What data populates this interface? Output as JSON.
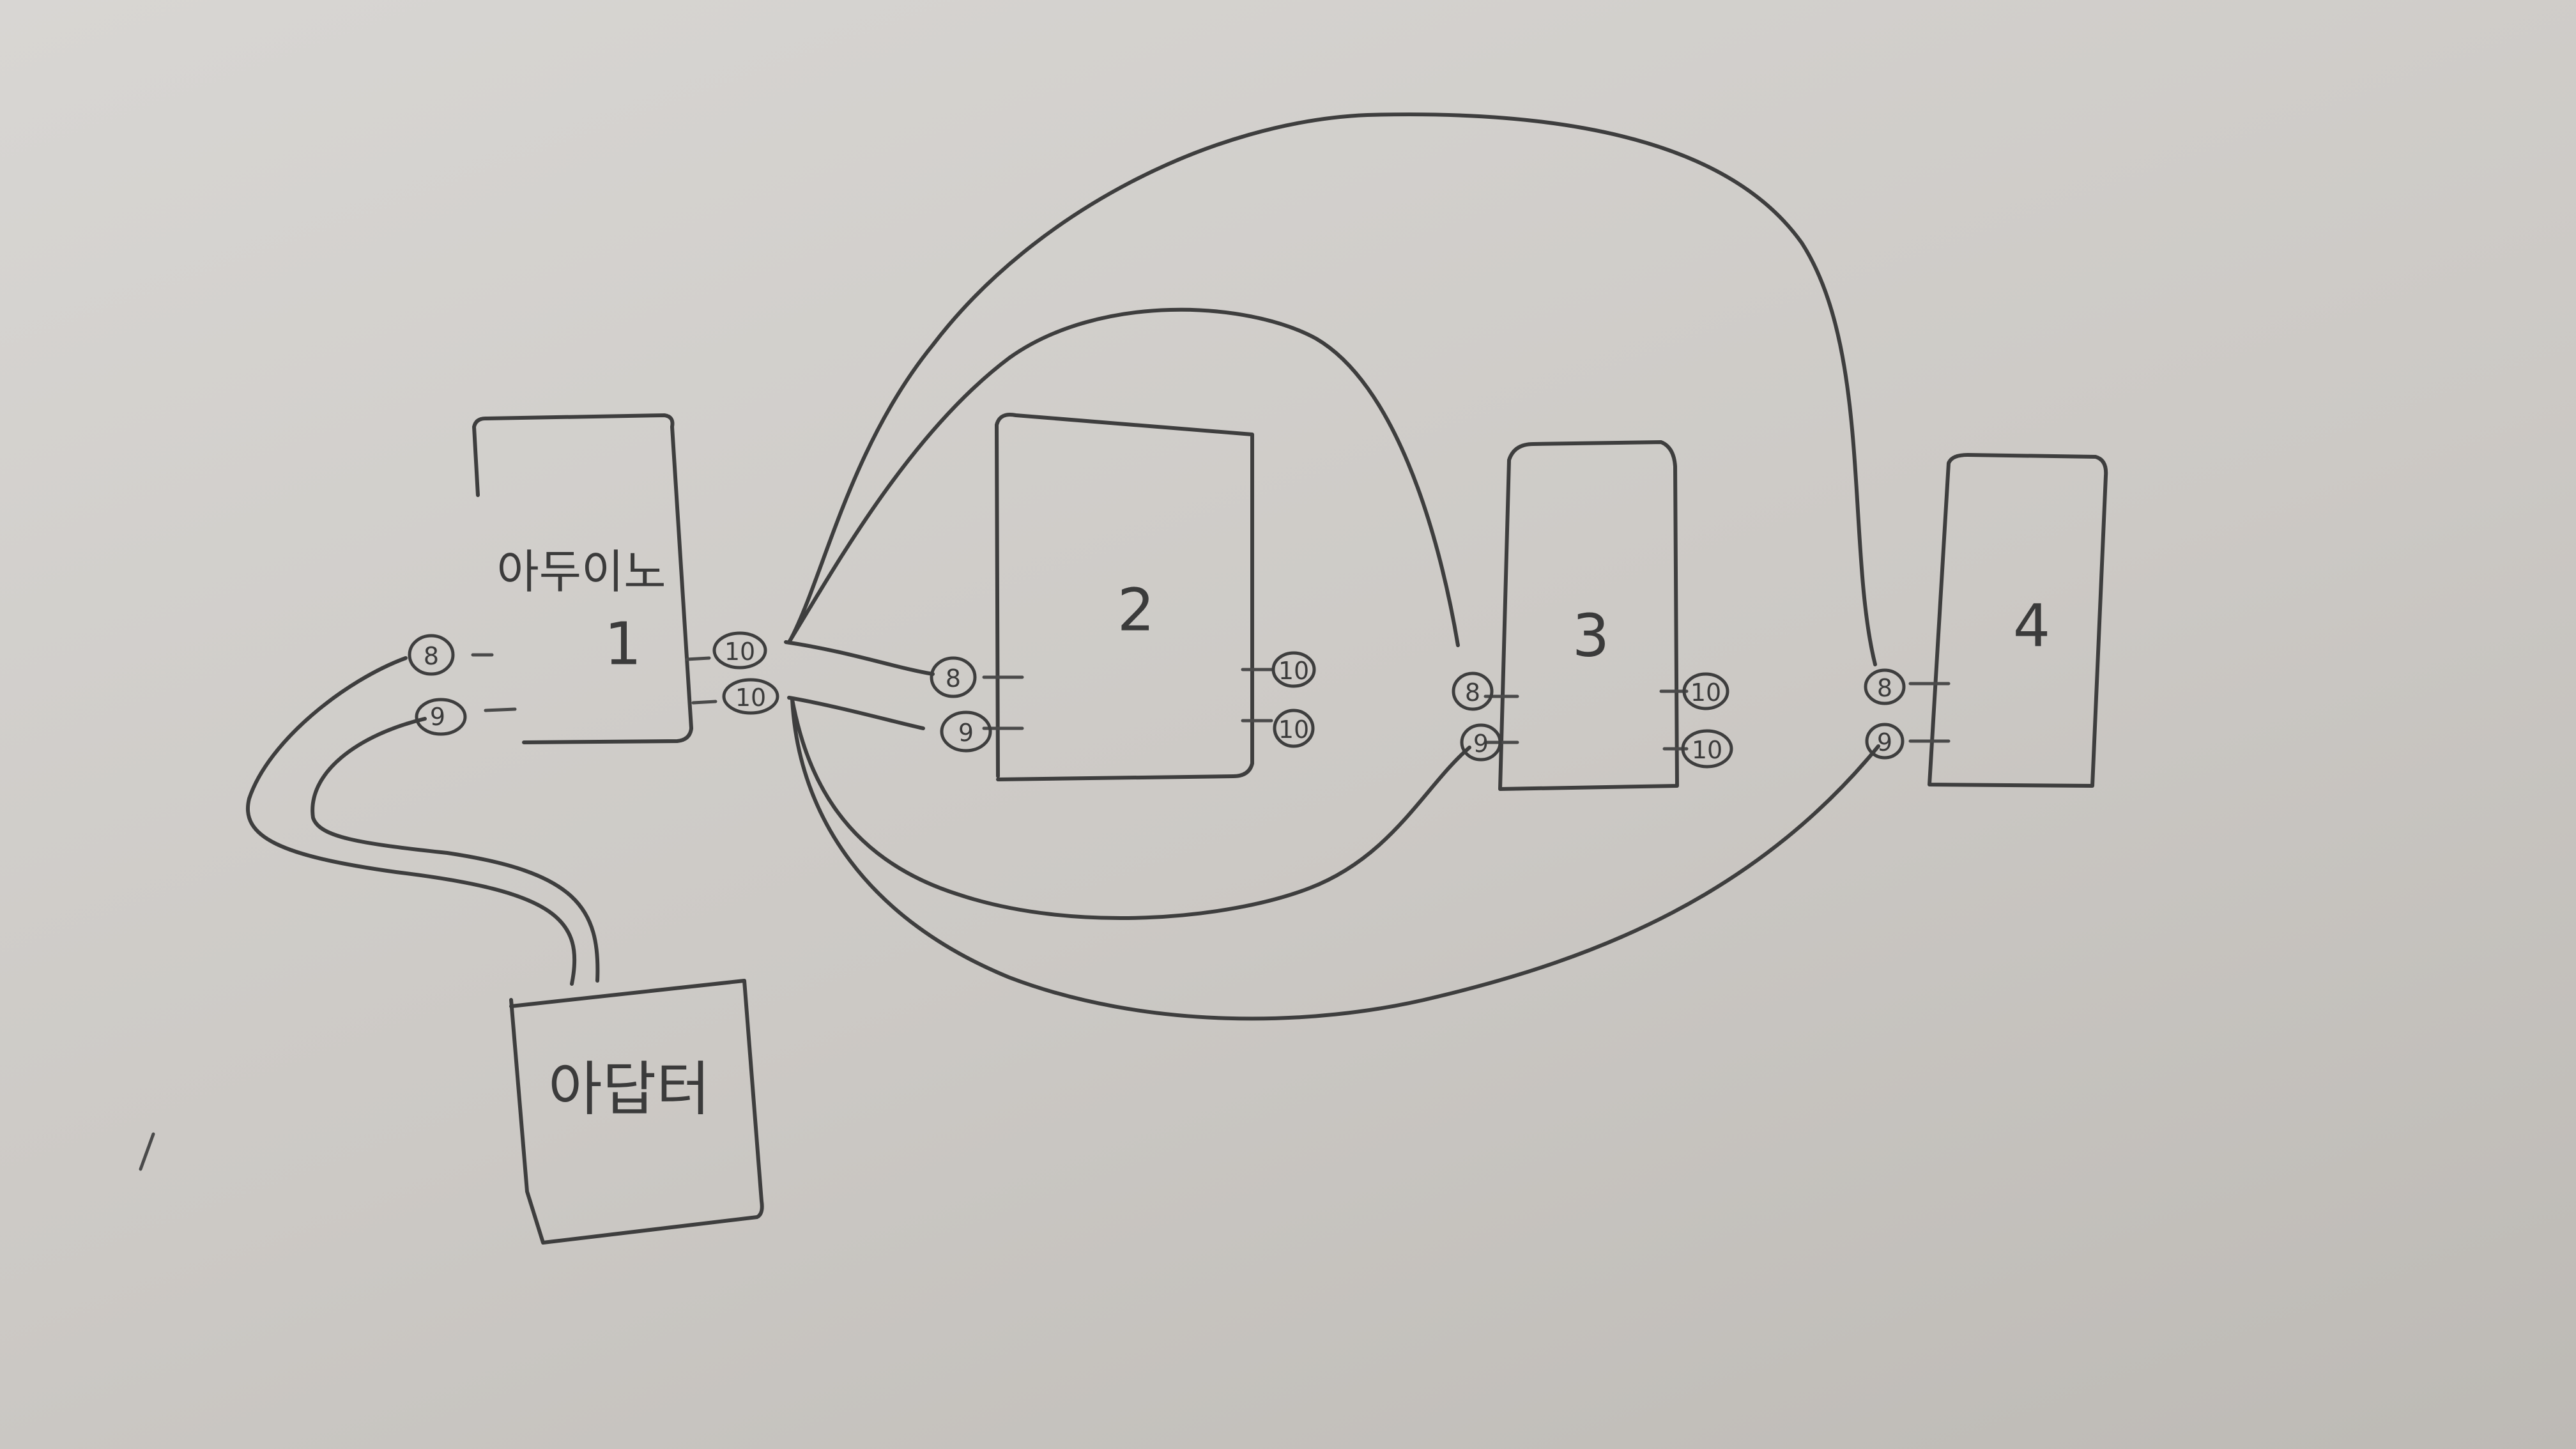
{
  "boxes": {
    "arduino": {
      "line1": "아두이노",
      "line2": "1"
    },
    "box2": "2",
    "box3": "3",
    "box4": "4",
    "adapter": "아답터"
  },
  "pins": {
    "arduino_left_8": "8",
    "arduino_left_9": "9",
    "arduino_right_10a": "10",
    "arduino_right_10b": "10",
    "b2_left_8": "8",
    "b2_left_9": "9",
    "b2_right_10a": "10",
    "b2_right_10b": "10",
    "b3_left_8": "8",
    "b3_left_9": "9",
    "b3_right_10a": "10",
    "b3_right_10b": "10",
    "b4_left_8": "8",
    "b4_left_9": "9"
  }
}
